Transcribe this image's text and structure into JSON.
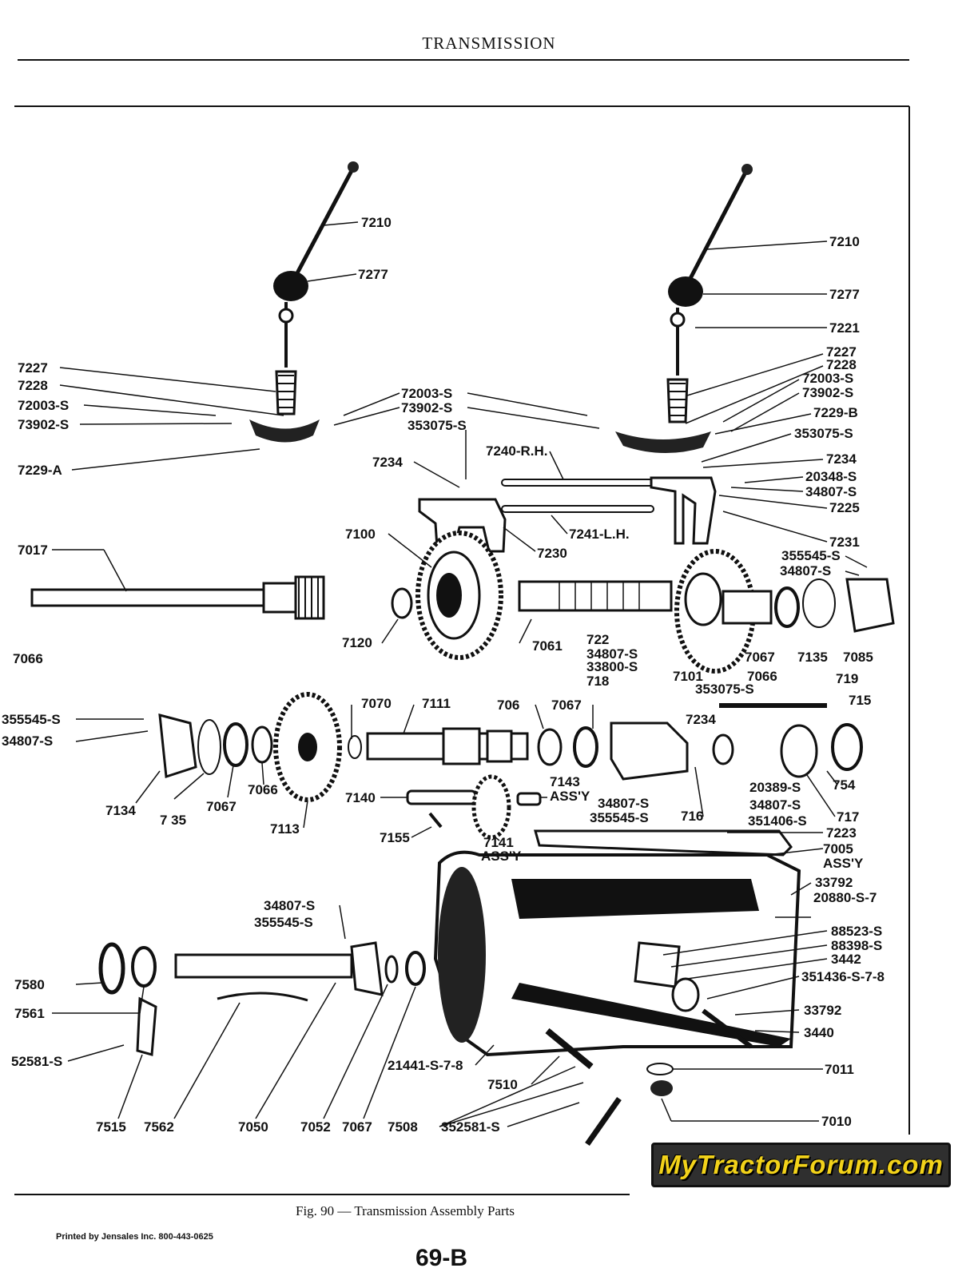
{
  "header": {
    "title": "TRANSMISSION"
  },
  "caption": "Fig. 90 — Transmission Assembly Parts",
  "printed_by": "Printed by Jensales Inc. 800-443-0625",
  "page_number": "69-B",
  "logo_text": "MyTractorForum.com",
  "callouts": [
    "7210",
    "7277",
    "7227",
    "7228",
    "72003-S",
    "73902-S",
    "7229-A",
    "72003-S",
    "73902-S",
    "353075-S",
    "7210",
    "7277",
    "7221",
    "7227",
    "7228",
    "72003-S",
    "73902-S",
    "7229-B",
    "353075-S",
    "7234",
    "7240-R.H.",
    "7241-L.H.",
    "7230",
    "7100",
    "7234",
    "20348-S",
    "34807-S",
    "7225",
    "7231",
    "7017",
    "7120",
    "7061",
    "355545-S",
    "34807-S",
    "722",
    "34807-S",
    "33800-S",
    "718",
    "7101",
    "7066",
    "7067",
    "7135",
    "7085",
    "353075-S",
    "719",
    "715",
    "7066",
    "355545-S",
    "34807-S",
    "7070",
    "7111",
    "706",
    "7067",
    "7234",
    "20389-S",
    "34807-S",
    "351406-S",
    "717",
    "754",
    "7134",
    "7 35",
    "7067",
    "7066",
    "7113",
    "7140",
    "7143",
    "ASS'Y",
    "7155",
    "7141",
    "ASS'Y",
    "34807-S",
    "355545-S",
    "716",
    "7223",
    "7005",
    "ASS'Y",
    "33792",
    "20880-S-7",
    "88523-S",
    "88398-S",
    "3442",
    "351436-S-7-8",
    "33792",
    "3440",
    "34807-S",
    "355545-S",
    "7580",
    "7561",
    "52581-S",
    "7515",
    "7562",
    "7050",
    "7052",
    "7067",
    "7508",
    "352581-S",
    "21441-S-7-8",
    "7510",
    "7011",
    "7010"
  ]
}
